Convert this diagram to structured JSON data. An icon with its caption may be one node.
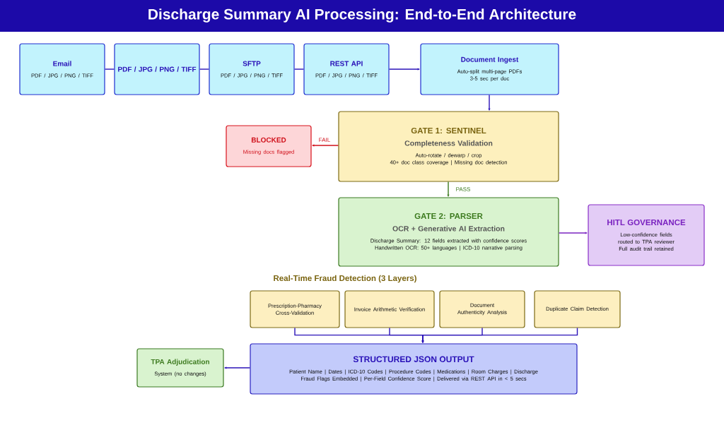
{
  "diagram": {
    "title": "Discharge Summary AI Processing: End-to-End Architecture",
    "nodes": [
      {
        "text": [
          "Email",
          "PDF / JPG / PNG / TIFF"
        ]
      },
      {
        "text": [
          "PDF / JPG / PNG / TIFF"
        ]
      },
      {
        "text": [
          "SFTP",
          "PDF / JPG / PNG / TIFF"
        ]
      },
      {
        "text": [
          "REST API",
          "PDF / JPG / PNG / TIFF"
        ]
      },
      {
        "text": [
          "Document Ingest",
          "Auto-split multi-page PDFs",
          "3-5 sec per doc"
        ]
      },
      {
        "text": [
          "GATE 1: SENTINEL",
          "Completeness Validation",
          "Auto-rotate / dewarp / crop",
          "40+ doc class coverage | Missing doc detection"
        ]
      },
      {
        "text": [
          "BLOCKED",
          "Missing docs flagged"
        ]
      },
      {
        "text": [
          "GATE 2: PARSER",
          "OCR + Generative AI Extraction",
          "Discharge Summary: 12 fields extracted with confidence scores",
          "Handwritten OCR: 50+ languages | ICD-10 narrative parsing"
        ]
      },
      {
        "text": [
          "HITL GOVERNANCE",
          "Low-confidence fields",
          "routed to TPA reviewer",
          "Full audit trail retained"
        ]
      },
      {
        "text": [
          "Prescription-Pharmacy Cross-Validation"
        ]
      },
      {
        "text": [
          "Invoice Arithmetic Verification"
        ]
      },
      {
        "text": [
          "Document Authenticity Analysis"
        ]
      },
      {
        "text": [
          "Duplicate Claim Detection"
        ]
      },
      {
        "text": [
          "STRUCTURED JSON OUTPUT",
          "Patient Name | Dates | ICD-10 Codes | Procedure Codes | Medications | Room Charges | Discharge",
          "Fraud Flags Embedded | Per-Field Confidence Score | Delivered via REST API in < 5 secs"
        ]
      },
      {
        "text": [
          "TPA Adjudication",
          "System (no changes)"
        ]
      }
    ],
    "edges": [
      {
        "from": 0,
        "to": 1,
        "arrow": "none"
      },
      {
        "from": 1,
        "to": 2,
        "arrow": "none"
      },
      {
        "from": 2,
        "to": 3,
        "arrow": "none"
      },
      {
        "from": 3,
        "to": 4,
        "arrow": "to"
      },
      {
        "from": 4,
        "to": 5,
        "arrow": "to"
      },
      {
        "from": 5,
        "to": 6,
        "arrow": "to",
        "label": "FAIL",
        "color": "#d0101a"
      },
      {
        "from": 5,
        "to": 7,
        "arrow": "to",
        "label": "PASS",
        "color": "#3c7a1e"
      },
      {
        "from": 7,
        "to": 8,
        "arrow": "to",
        "color": "#7a22c0"
      },
      {
        "from": 9,
        "to": 13,
        "arrow": "to"
      },
      {
        "from": 10,
        "to": 13,
        "arrow": "to"
      },
      {
        "from": 11,
        "to": 13,
        "arrow": "to"
      },
      {
        "from": 12,
        "to": 13,
        "arrow": "to"
      },
      {
        "from": 13,
        "to": 14,
        "arrow": "to"
      }
    ],
    "labels": [
      "Real-Time Fraud Detection (3 Layers)"
    ]
  }
}
